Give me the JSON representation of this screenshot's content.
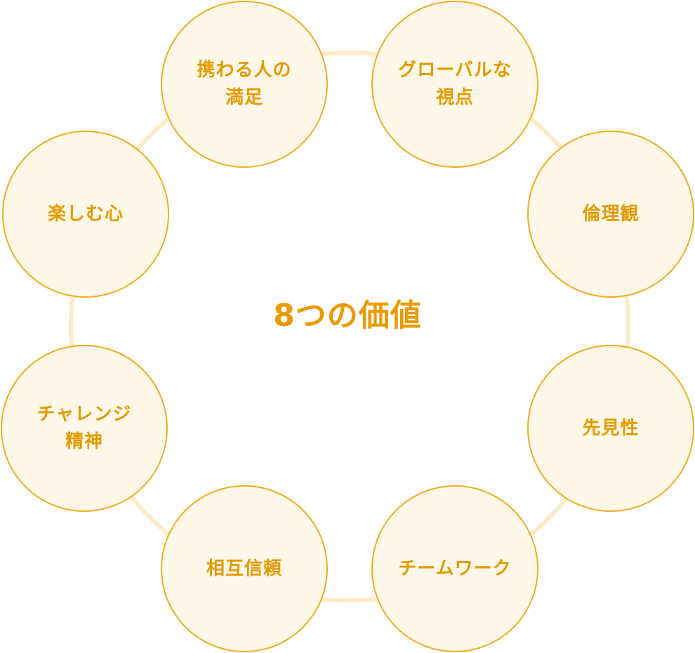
{
  "title": "8つの価値",
  "values": [
    {
      "label": "携わる人の\n満足"
    },
    {
      "label": "グローバルな\n視点"
    },
    {
      "label": "倫理観"
    },
    {
      "label": "先見性"
    },
    {
      "label": "チームワーク"
    },
    {
      "label": "相互信頼"
    },
    {
      "label": "チャレンジ\n精神"
    },
    {
      "label": "楽しむ心"
    }
  ],
  "colors": {
    "accent": "#f0ac1e",
    "text": "#e39a00",
    "fill": "#fff8e8",
    "ring": "#fcebc6"
  }
}
